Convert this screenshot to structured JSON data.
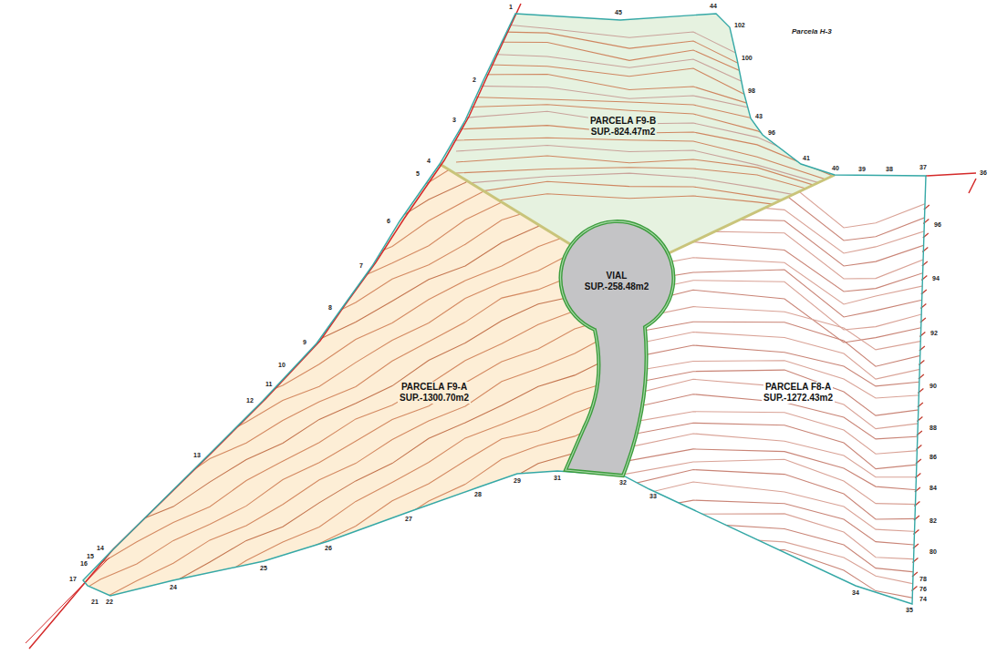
{
  "diagram": {
    "nodes": [
      {
        "text": [
          "PARCELA F9-B",
          "SUP.-824.47m2"
        ]
      },
      {
        "text": [
          "VIAL",
          "SUP.-258.48m2"
        ]
      },
      {
        "text": [
          "PARCELA F9-A",
          "SUP.-1300.70m2"
        ]
      },
      {
        "text": [
          "PARCELA F8-A",
          "SUP.-1272.43m2"
        ]
      }
    ],
    "labels": [
      "Parcela H-3",
      "1",
      "45",
      "44",
      "102",
      "100",
      "98",
      "43",
      "96",
      "41",
      "40",
      "39",
      "38",
      "37",
      "36",
      "2",
      "3",
      "4",
      "5",
      "6",
      "7",
      "8",
      "9",
      "10",
      "11",
      "12",
      "13",
      "14",
      "15",
      "16",
      "17",
      "21",
      "22",
      "24",
      "25",
      "26",
      "27",
      "28",
      "29",
      "31",
      "32",
      "33",
      "34",
      "35",
      "96",
      "94",
      "92",
      "90",
      "88",
      "86",
      "84",
      "82",
      "80",
      "78",
      "76",
      "74"
    ]
  }
}
